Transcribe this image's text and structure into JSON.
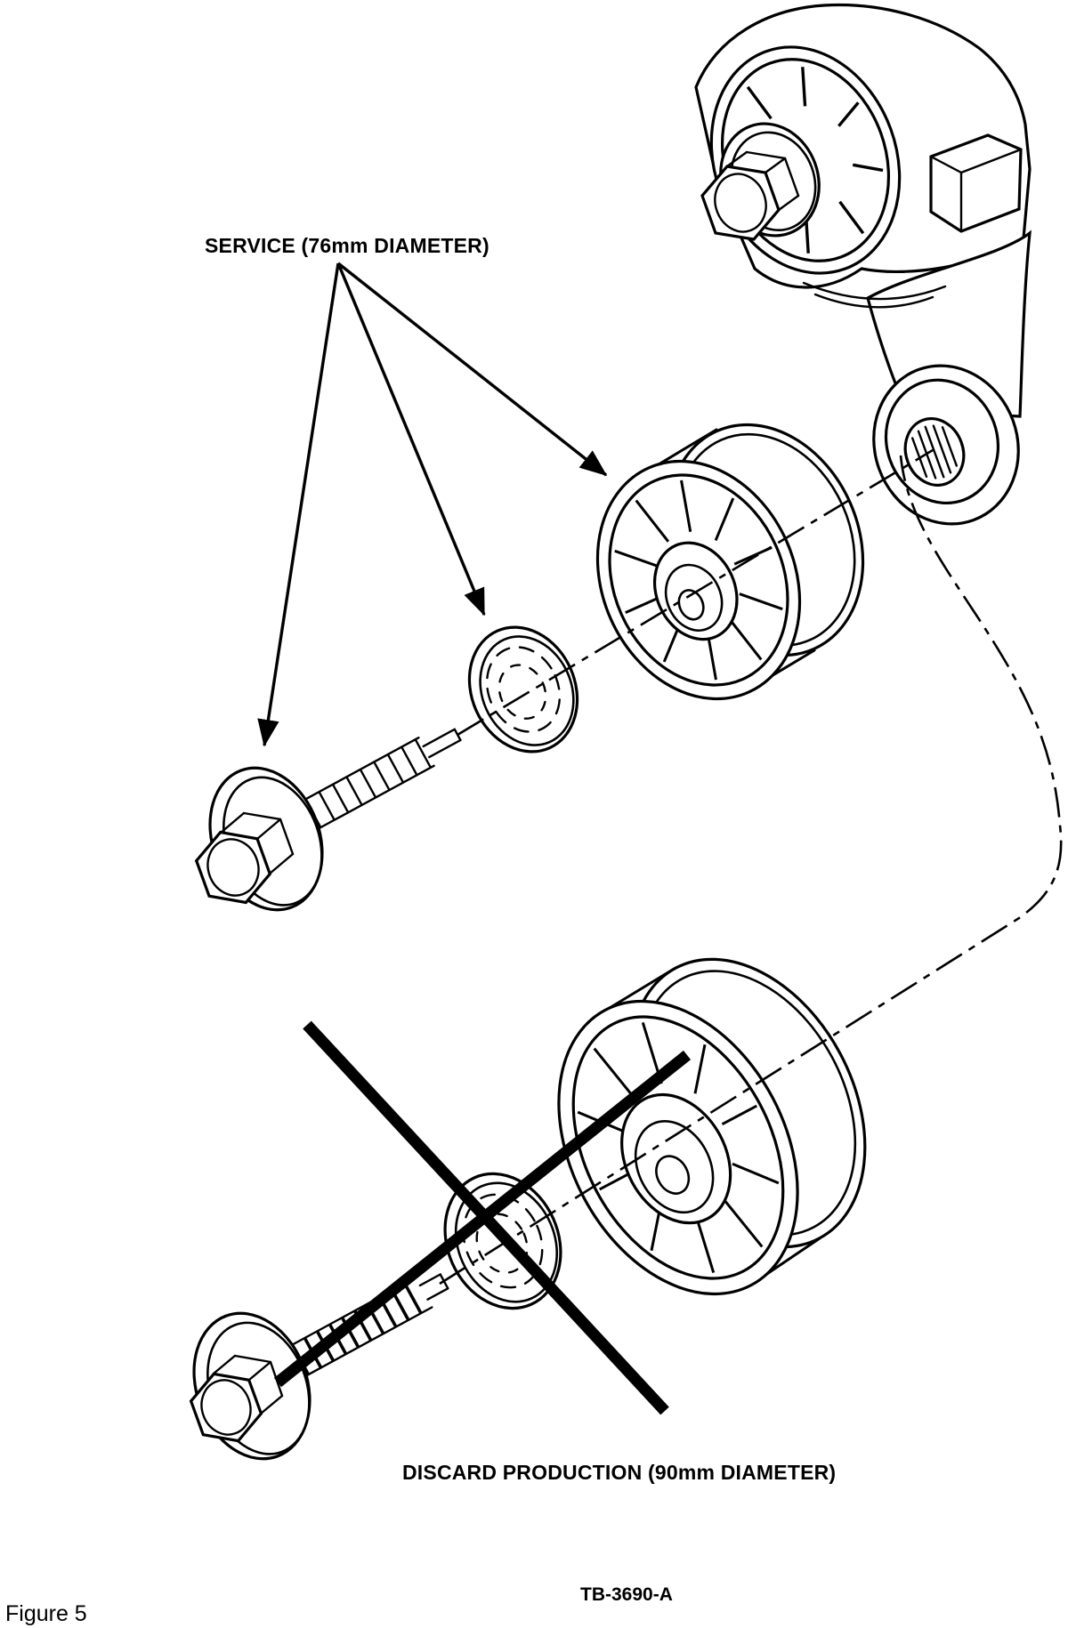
{
  "page": {
    "background": "#ffffff",
    "ink": "#000000"
  },
  "labels": {
    "service": "SERVICE (76mm DIAMETER)",
    "discard": "DISCARD PRODUCTION (90mm DIAMETER)",
    "doc_number": "TB-3690-A",
    "figure_caption": "Figure 5"
  }
}
